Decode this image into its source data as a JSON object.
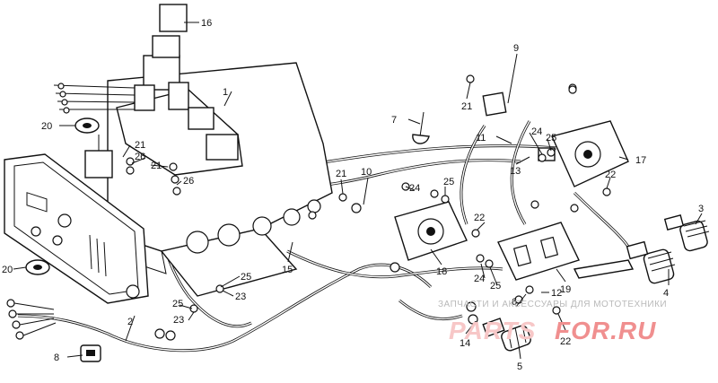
{
  "diagram": {
    "callouts": [
      {
        "id": "c1",
        "label": "1"
      },
      {
        "id": "c2",
        "label": "2"
      },
      {
        "id": "c3",
        "label": "3"
      },
      {
        "id": "c4",
        "label": "4"
      },
      {
        "id": "c5",
        "label": "5"
      },
      {
        "id": "c6",
        "label": "6"
      },
      {
        "id": "c7",
        "label": "7"
      },
      {
        "id": "c8",
        "label": "8"
      },
      {
        "id": "c9",
        "label": "9"
      },
      {
        "id": "c10",
        "label": "10"
      },
      {
        "id": "c11",
        "label": "11"
      },
      {
        "id": "c12",
        "label": "12"
      },
      {
        "id": "c13",
        "label": "13"
      },
      {
        "id": "c14",
        "label": "14"
      },
      {
        "id": "c15",
        "label": "15"
      },
      {
        "id": "c16",
        "label": "16"
      },
      {
        "id": "c17",
        "label": "17"
      },
      {
        "id": "c18",
        "label": "18"
      },
      {
        "id": "c19",
        "label": "19"
      },
      {
        "id": "c20a",
        "label": "20"
      },
      {
        "id": "c20b",
        "label": "20"
      },
      {
        "id": "c21a",
        "label": "21"
      },
      {
        "id": "c21b",
        "label": "21"
      },
      {
        "id": "c21c",
        "label": "21"
      },
      {
        "id": "c21d",
        "label": "21"
      },
      {
        "id": "c22a",
        "label": "22"
      },
      {
        "id": "c22b",
        "label": "22"
      },
      {
        "id": "c22c",
        "label": "22"
      },
      {
        "id": "c23a",
        "label": "23"
      },
      {
        "id": "c23b",
        "label": "23"
      },
      {
        "id": "c24a",
        "label": "24"
      },
      {
        "id": "c24b",
        "label": "24"
      },
      {
        "id": "c24c",
        "label": "24"
      },
      {
        "id": "c25a",
        "label": "25"
      },
      {
        "id": "c25b",
        "label": "25"
      },
      {
        "id": "c25c",
        "label": "25"
      },
      {
        "id": "c25d",
        "label": "25"
      },
      {
        "id": "c25e",
        "label": "25"
      },
      {
        "id": "c26a",
        "label": "26"
      },
      {
        "id": "c26b",
        "label": "26"
      }
    ]
  },
  "watermark": {
    "caption": "ЗАПЧАСТИ И АКСЕССУАРЫ ДЛЯ МОТОТЕХНИКИ",
    "brand_left": "PARTS",
    "brand_right": "FOR.RU",
    "color_left": "#f7c7c7",
    "color_right": "#f08f8f"
  }
}
